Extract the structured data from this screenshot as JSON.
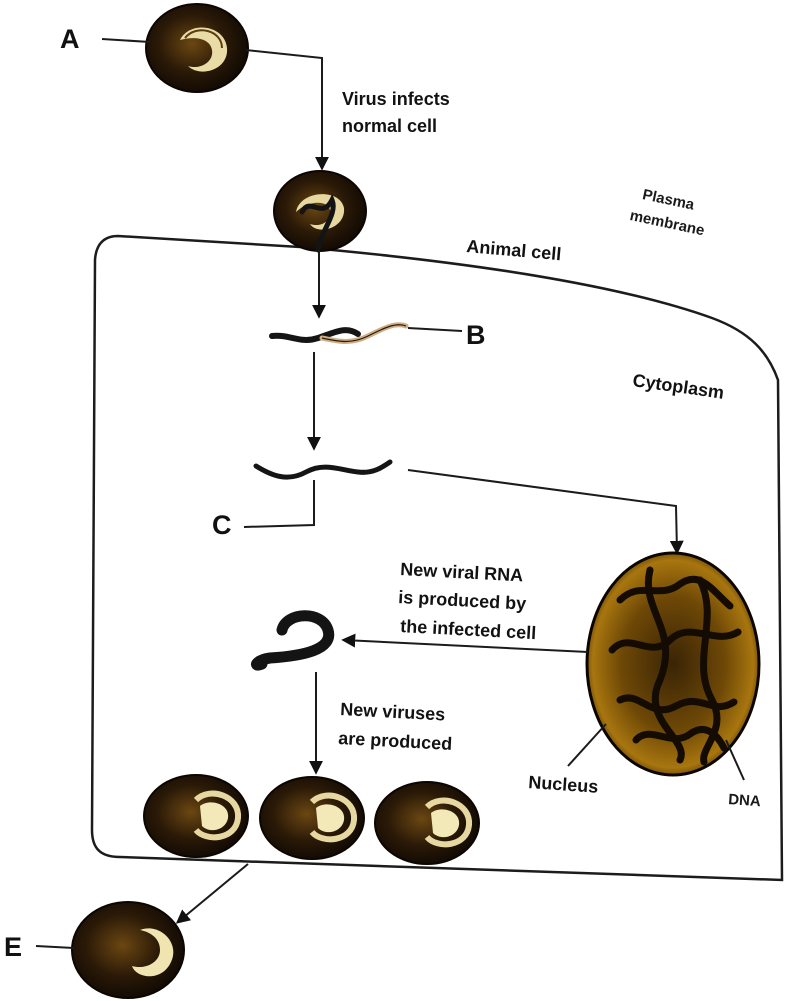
{
  "labels": {
    "a": "A",
    "b": "B",
    "c": "C",
    "e": "E"
  },
  "captions": {
    "virus_infects": [
      "Virus infects",
      "normal cell"
    ],
    "plasma_membrane": [
      "Plasma",
      "membrane"
    ],
    "animal_cell": "Animal cell",
    "cytoplasm": "Cytoplasm",
    "new_viral_rna": [
      "New viral RNA",
      "is produced by",
      "the infected cell"
    ],
    "new_viruses": [
      "New viruses",
      "are produced"
    ],
    "nucleus": "Nucleus",
    "dna": "DNA"
  },
  "colors": {
    "virus_dark": "#1e1206",
    "virus_mid": "#5a3a10",
    "virus_light": "#e8d9a0",
    "nucleus_fill": "#7a5208",
    "nucleus_glow": "#c9961e",
    "strand": "#151515"
  }
}
